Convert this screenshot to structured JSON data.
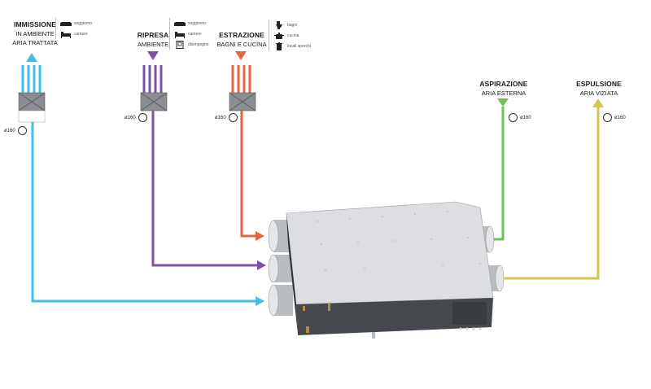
{
  "labels": {
    "immissione": {
      "title": "IMMISSIONE",
      "line1": "IN AMBIENTE",
      "line2": "ARIA TRATTATA"
    },
    "ripresa": {
      "title": "RIPRESA",
      "line1": "AMBIENTE"
    },
    "estrazione": {
      "title": "ESTRAZIONE",
      "line1": "BAGNI E CUCINA"
    },
    "aspirazione": {
      "title": "ASPIRAZIONE",
      "line1": "ARIA ESTERNA"
    },
    "espulsione": {
      "title": "ESPULSIONE",
      "line1": "ARIA VIZIATA"
    }
  },
  "legends": {
    "immissione": [
      {
        "icon": "sofa-icon",
        "text": "soggiorno"
      },
      {
        "icon": "bed-icon",
        "text": "camere"
      }
    ],
    "ripresa": [
      {
        "icon": "sofa-icon",
        "text": "soggiorno"
      },
      {
        "icon": "bed-icon",
        "text": "camere"
      },
      {
        "icon": "closet-icon",
        "text": "disimpegno"
      }
    ],
    "estrazione": [
      {
        "icon": "toilet-icon",
        "text": "bagni"
      },
      {
        "icon": "cooking-pot-icon",
        "text": "cucina"
      },
      {
        "icon": "trash-bin-icon",
        "text": "locali sporchi"
      }
    ]
  },
  "diameters": {
    "immissione": "ø160",
    "ripresa": "ø160",
    "estrazione": "ø160",
    "aspirazione": "ø160",
    "espulsione": "ø160"
  },
  "colors": {
    "immissione": "#3fbfe4",
    "ripresa": "#7e53a6",
    "estrazione": "#e8633f",
    "aspirazione": "#6cc15a",
    "espulsione": "#d4c64a",
    "unit_top": "#dcdee1",
    "unit_front": "#45484c",
    "unit_side": "#2f3134",
    "damper": "#8a8d91"
  }
}
